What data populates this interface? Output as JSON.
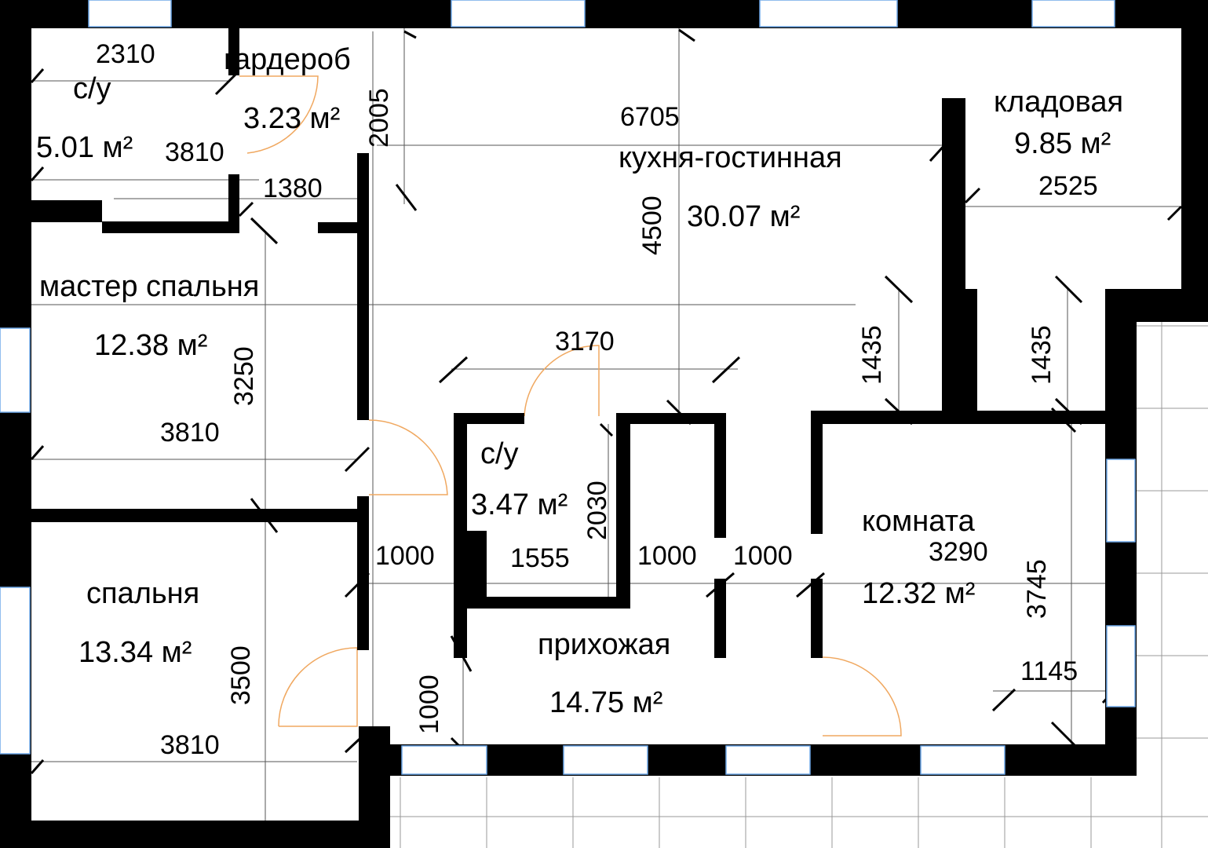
{
  "rooms": {
    "bath1": {
      "name": "с/у",
      "area": "5.01 м²"
    },
    "wardrobe": {
      "name": "гардероб",
      "area": "3.23 м²"
    },
    "kitchen": {
      "name": "кухня-гостинная",
      "area": "30.07 м²"
    },
    "storage": {
      "name": "кладовая",
      "area": "9.85 м²"
    },
    "master": {
      "name": "мастер спальня",
      "area": "12.38 м²"
    },
    "bath2": {
      "name": "с/у",
      "area": "3.47 м²"
    },
    "room": {
      "name": "комната",
      "area": "12.32 м²"
    },
    "bedroom": {
      "name": "спальня",
      "area": "13.34 м²"
    },
    "hall": {
      "name": "прихожая",
      "area": "14.75 м²"
    }
  },
  "dimensions": {
    "d2310": "2310",
    "d3810a": "3810",
    "d1380": "1380",
    "d2005": "2005",
    "d6705": "6705",
    "d4500": "4500",
    "d2525": "2525",
    "d3250": "3250",
    "d3810b": "3810",
    "d3170": "3170",
    "d1435a": "1435",
    "d1435b": "1435",
    "d2030": "2030",
    "d1555": "1555",
    "d1000a": "1000",
    "d1000b": "1000",
    "d1000c": "1000",
    "d1000d": "1000",
    "d3290": "3290",
    "d3745": "3745",
    "d1145": "1145",
    "d3500": "3500",
    "d3810c": "3810"
  }
}
